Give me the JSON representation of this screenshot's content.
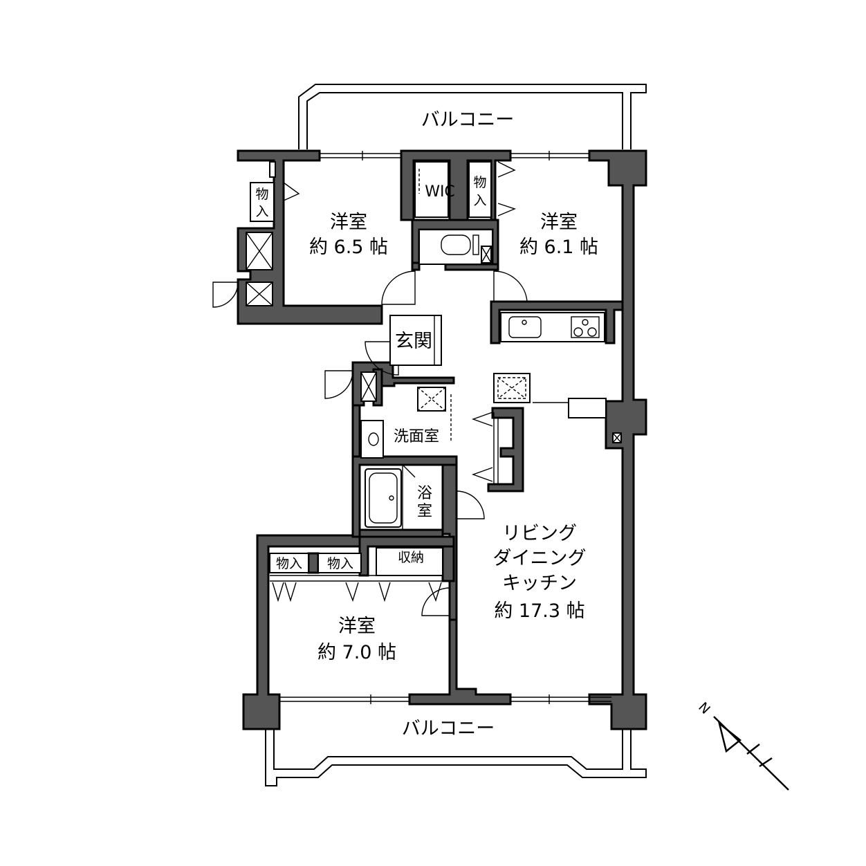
{
  "balcony": {
    "top": "バルコニー",
    "bottom": "バルコニー"
  },
  "rooms": {
    "western_nw": {
      "name": "洋室",
      "size": "約 6.5 帖"
    },
    "western_ne": {
      "name": "洋室",
      "size": "約 6.1 帖"
    },
    "western_s": {
      "name": "洋室",
      "size": "約 7.0 帖"
    },
    "ldk": {
      "line1": "リビング",
      "line2": "ダイニング",
      "line3": "キッチン",
      "size": "約 17.3 帖"
    }
  },
  "spaces": {
    "storage_nw": {
      "line1": "物",
      "line2": "入"
    },
    "storage_n": {
      "line1": "物",
      "line2": "入"
    },
    "wic": "WIC",
    "entrance": "玄関",
    "washroom": "洗面室",
    "bath": {
      "line1": "浴",
      "line2": "室"
    },
    "storage_s1": "物入",
    "storage_s2": "物入",
    "closet": "収納"
  },
  "compass": {
    "north": "N"
  }
}
